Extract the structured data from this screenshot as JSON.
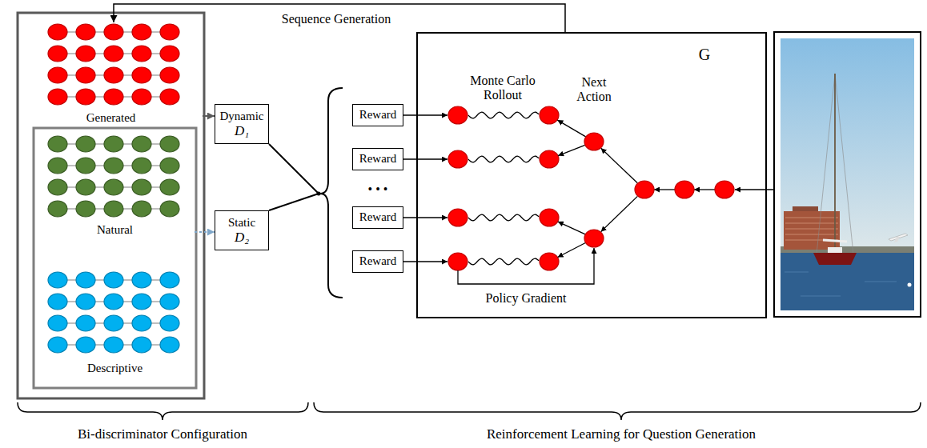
{
  "diagram": {
    "nodes": [
      {
        "text": [
          "Generated"
        ]
      },
      {
        "text": [
          "Natural"
        ]
      },
      {
        "text": [
          "Descriptive"
        ]
      },
      {
        "text": [
          "Dynamic",
          "D₁"
        ]
      },
      {
        "text": [
          "Static",
          "D₂"
        ]
      },
      {
        "text": [
          "Reward"
        ]
      },
      {
        "text": [
          "Reward"
        ]
      },
      {
        "text": [
          "Reward"
        ]
      },
      {
        "text": [
          "Reward"
        ]
      },
      {
        "text": [
          "Monte Carlo Rollout",
          "Next Action",
          "G",
          "Policy Gradient"
        ]
      }
    ],
    "edges": [
      {
        "from": 9,
        "to": 0,
        "arrow": "to",
        "label": "Sequence Generation"
      },
      {
        "from": 0,
        "to": 3,
        "arrow": "to"
      },
      {
        "from": 1,
        "to": 4,
        "arrow": "to"
      }
    ],
    "labels": [
      "• • •",
      "Bi-discriminator Configuration",
      "Reinforcement Learning for Question Generation"
    ]
  }
}
